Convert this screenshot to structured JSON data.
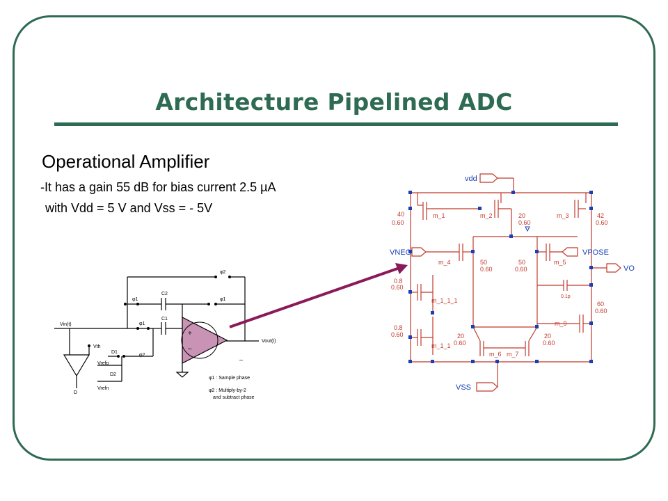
{
  "slide": {
    "title": "Architecture Pipelined ADC",
    "subtitle": "Operational Amplifier",
    "bullets": [
      "-It has a gain 55 dB for bias current 2.5 µA",
      "with Vdd = 5 V and Vss = - 5V"
    ]
  },
  "colors": {
    "accent": "#2e6b52",
    "arrow": "#8b1a5a",
    "opamp_fill": "#c993b5",
    "schematic": "#c0392b",
    "node": "#1a3fb5"
  },
  "switched_cap": {
    "labels": {
      "vin": "Vin(t)",
      "vth": "Vth",
      "d1": "D1",
      "d2": "D2",
      "d": "D",
      "vrefp": "Vrefp",
      "vrefn": "Vrefn",
      "c1": "C1",
      "c2": "C2",
      "phi1": "φ1",
      "phi2": "φ2",
      "vout": "Vout(t)",
      "legend_phi1": "φ1 : Sample phase",
      "legend_phi2": "φ2 : Multiply-by-2",
      "legend_phi2b": "and subtract phase"
    }
  },
  "transistor_schematic": {
    "pins": {
      "vdd": "vdd",
      "vneg": "VNEG",
      "vpose": "VPOSE",
      "vo": "VO",
      "vss": "VSS"
    },
    "transistors": [
      {
        "name": "m_1",
        "w": "40",
        "l": "0.60"
      },
      {
        "name": "m_2",
        "w": "20",
        "l": "0.60"
      },
      {
        "name": "m_3",
        "w": "42",
        "l": "0.60"
      },
      {
        "name": "m_4",
        "w": "50",
        "l": "0.60"
      },
      {
        "name": "m_5",
        "w": "50",
        "l": "0.60"
      },
      {
        "name": "m_1_1_1",
        "w": "0.8",
        "l": "0.60"
      },
      {
        "name": "m_1_1",
        "w": "0.8",
        "l": "0.60"
      },
      {
        "name": "m_6",
        "w": "20",
        "l": "0.60"
      },
      {
        "name": "m_7",
        "w": "20",
        "l": "0.60"
      },
      {
        "name": "m_9",
        "w": "60",
        "l": "0.60"
      }
    ],
    "cap_label": "0.1p"
  }
}
